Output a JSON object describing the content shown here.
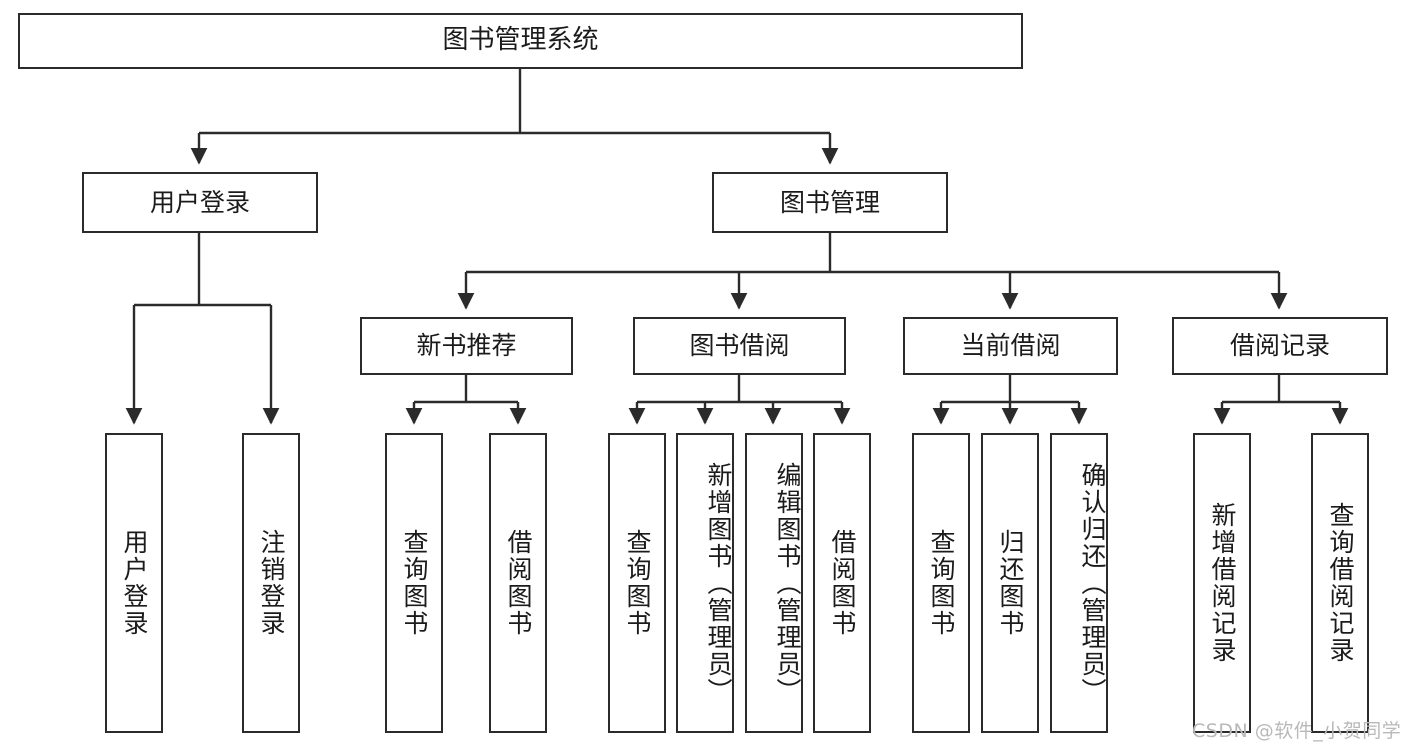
{
  "diagram": {
    "title": "图书管理系统",
    "type": "functional-structure-tree",
    "watermark": "CSDN @软件_小贺同学",
    "colors": {
      "stroke": "#2b2b2b",
      "fill": "#ffffff",
      "text": "#1b1b1b",
      "watermark": "#b9b9b9"
    },
    "nodes": {
      "root": {
        "label": "图书管理系统",
        "level": 1
      },
      "user_login": {
        "label": "用户登录",
        "level": 2
      },
      "book_manage": {
        "label": "图书管理",
        "level": 2
      },
      "new_book_rec": {
        "label": "新书推荐",
        "level": 3
      },
      "book_borrow": {
        "label": "图书借阅",
        "level": 3
      },
      "current_borrow": {
        "label": "当前借阅",
        "level": 3
      },
      "borrow_record": {
        "label": "借阅记录",
        "level": 3
      },
      "leaf_user_login": {
        "label": "用户登录",
        "level": 3
      },
      "leaf_logout": {
        "label": "注销登录",
        "level": 3
      },
      "leaf_query_book_1": {
        "label": "查询图书",
        "level": 4
      },
      "leaf_borrow_book_1": {
        "label": "借阅图书",
        "level": 4
      },
      "leaf_query_book_2": {
        "label": "查询图书",
        "level": 4
      },
      "leaf_add_book": {
        "label": "新增图书（管理员）",
        "level": 4
      },
      "leaf_edit_book": {
        "label": "编辑图书（管理员）",
        "level": 4
      },
      "leaf_borrow_book_2": {
        "label": "借阅图书",
        "level": 4
      },
      "leaf_query_book_3": {
        "label": "查询图书",
        "level": 4
      },
      "leaf_return_book": {
        "label": "归还图书",
        "level": 4
      },
      "leaf_confirm_return": {
        "label": "确认归还（管理员）",
        "level": 4
      },
      "leaf_add_record": {
        "label": "新增借阅记录",
        "level": 4
      },
      "leaf_query_record": {
        "label": "查询借阅记录",
        "level": 4
      }
    }
  }
}
